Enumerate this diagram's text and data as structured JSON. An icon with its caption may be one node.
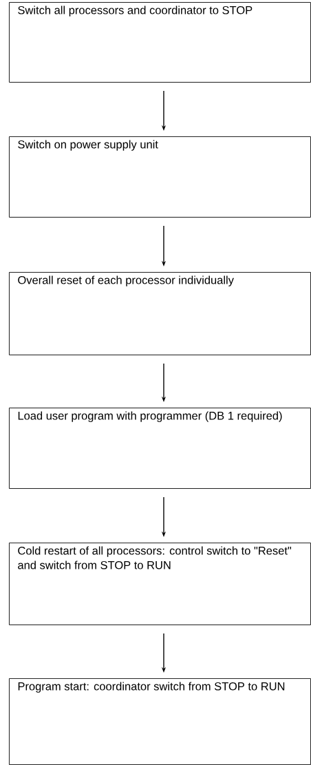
{
  "diagram": {
    "nodes": [
      {
        "text": [
          "Switch all processors and coordinator to STOP"
        ]
      },
      {
        "text": [
          "Switch on power supply unit"
        ]
      },
      {
        "text": [
          "Overall reset of each processor individually"
        ]
      },
      {
        "text": [
          "Load user program with programmer (DB 1 required)"
        ]
      },
      {
        "text": [
          "Cold restart of all processors: control switch to \"Reset\" and switch from STOP to RUN"
        ]
      },
      {
        "text": [
          "Program start: coordinator switch from STOP to RUN"
        ]
      }
    ],
    "edges": [
      {
        "from": 0,
        "to": 1,
        "arrow": "to"
      },
      {
        "from": 1,
        "to": 2,
        "arrow": "to"
      },
      {
        "from": 2,
        "to": 3,
        "arrow": "to"
      },
      {
        "from": 3,
        "to": 4,
        "arrow": "to"
      },
      {
        "from": 4,
        "to": 5,
        "arrow": "to"
      }
    ]
  }
}
